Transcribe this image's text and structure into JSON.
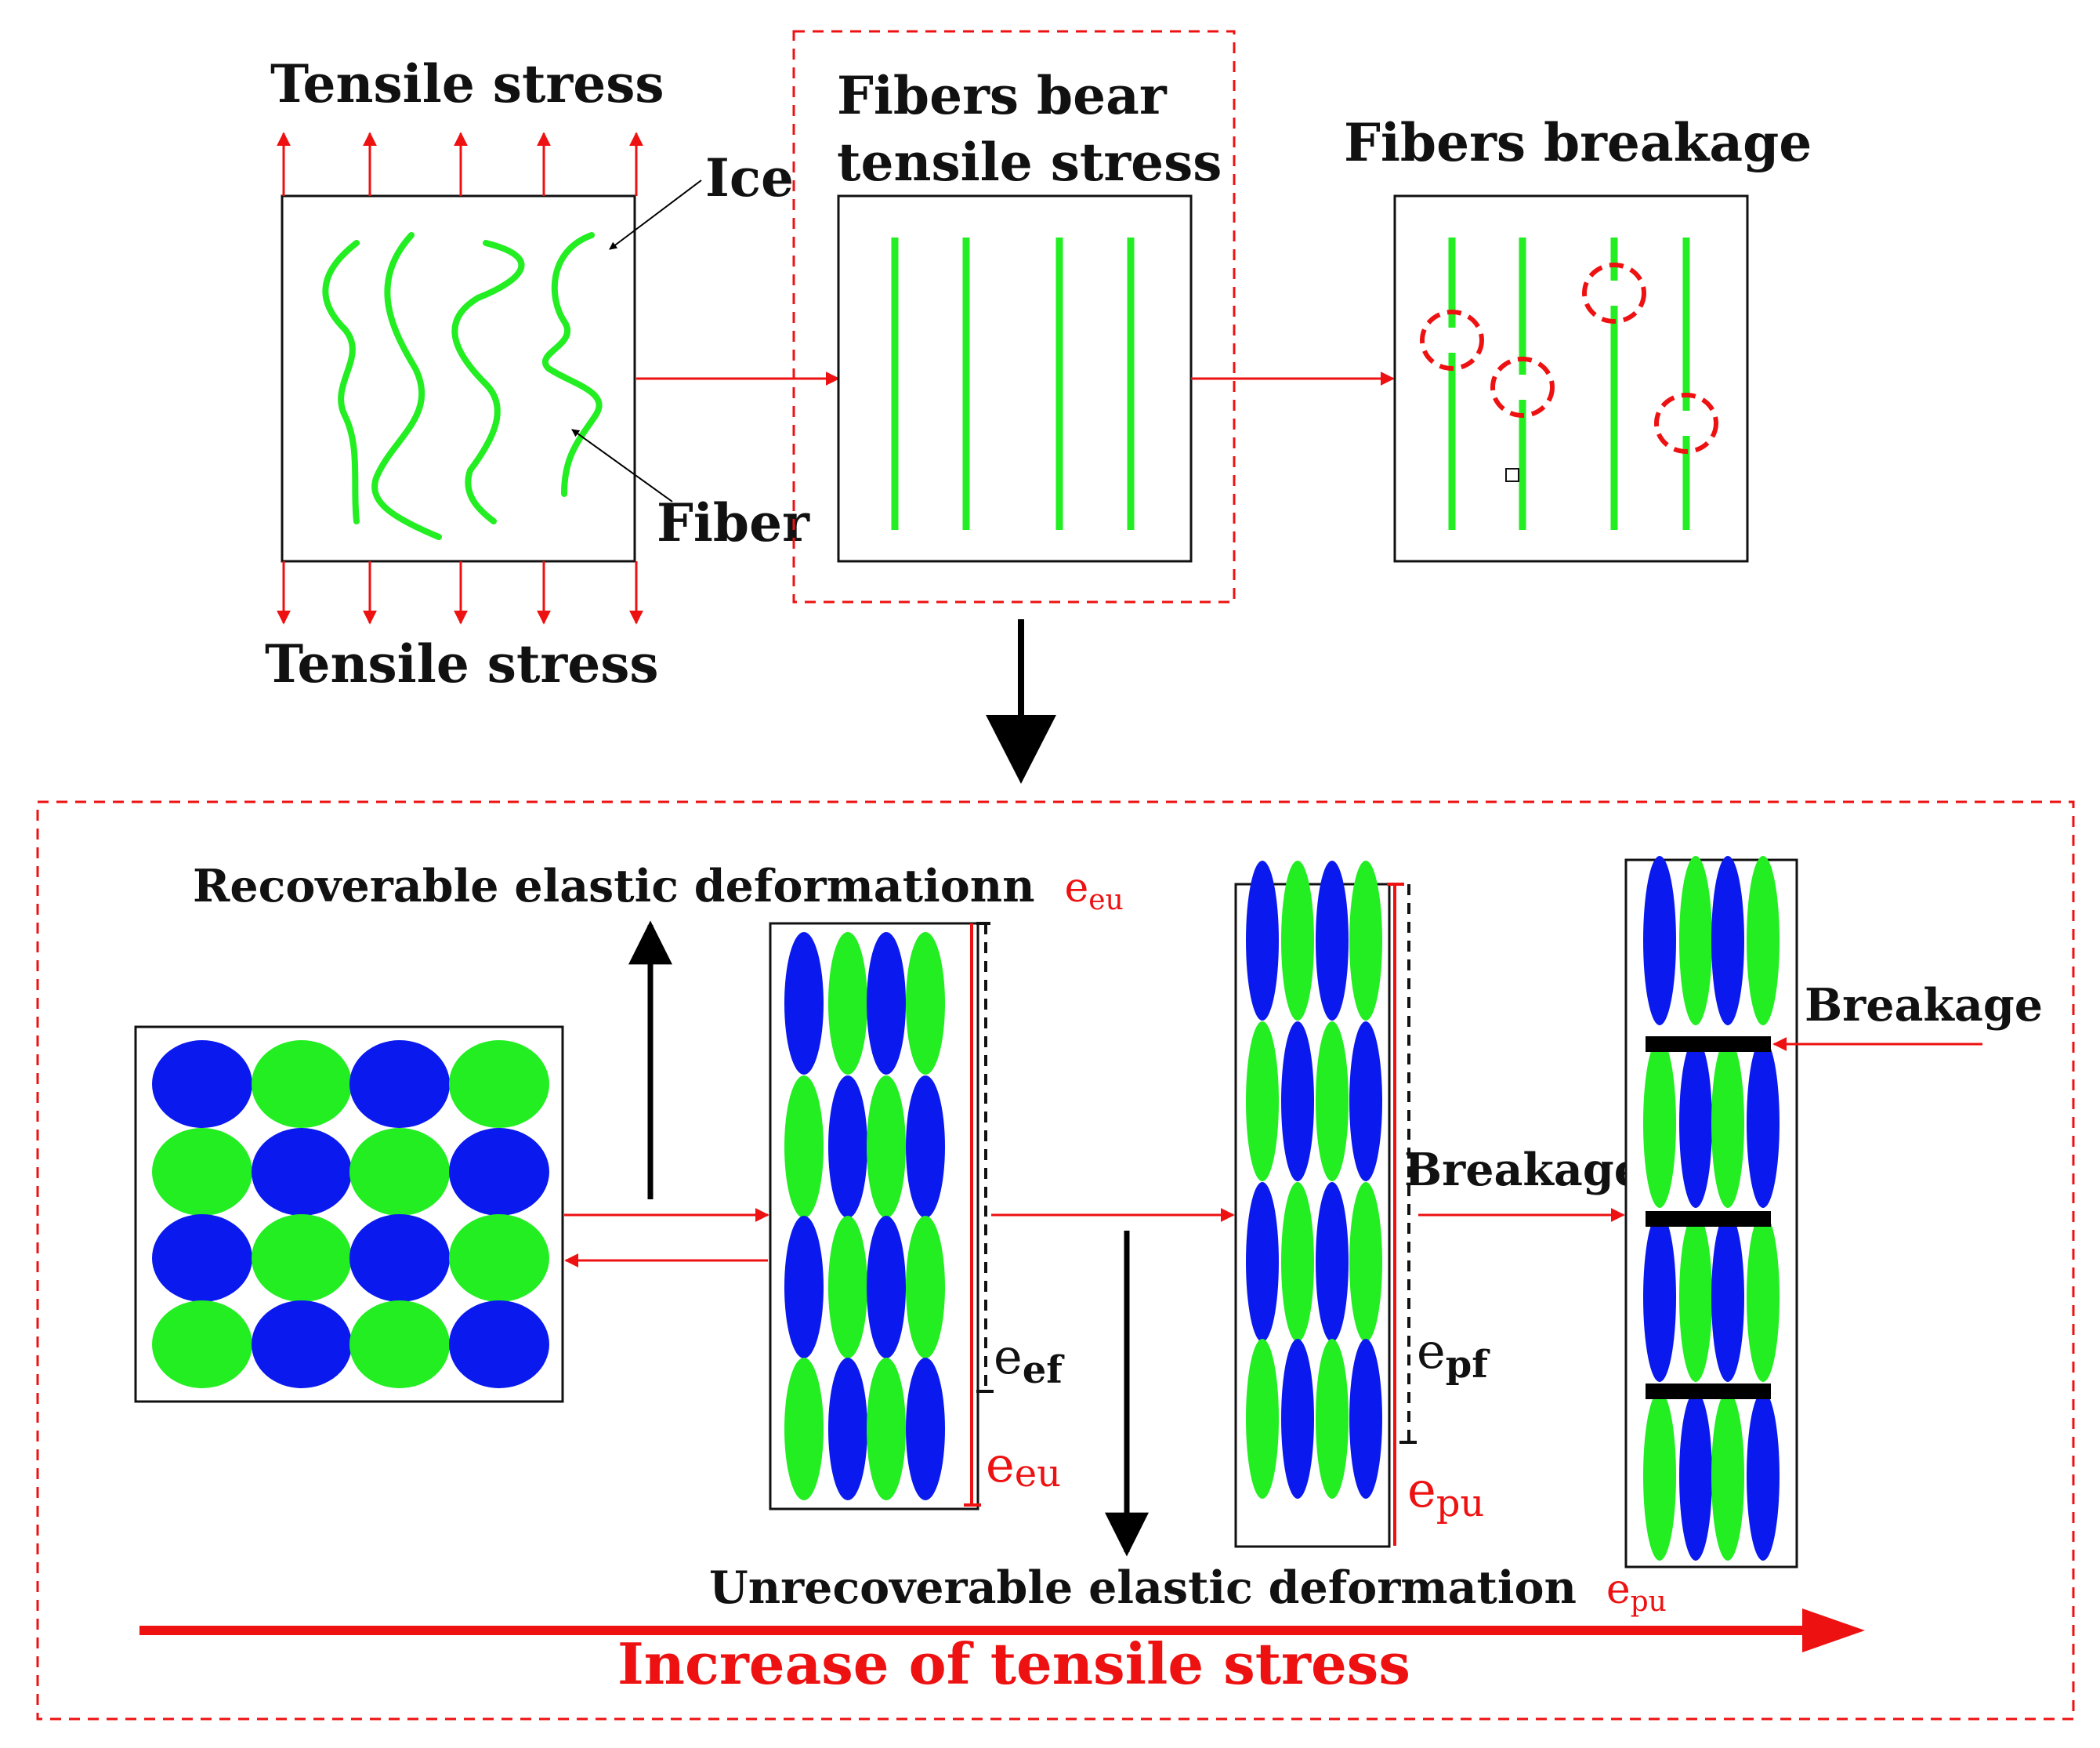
{
  "top": {
    "tensile_top": "Tensile stress",
    "tensile_bottom": "Tensile stress",
    "ice": "Ice",
    "fiber": "Fiber",
    "fibers_bear_line1": "Fibers bear",
    "fibers_bear_line2": "tensile stress",
    "fibers_breakage": "Fibers breakage"
  },
  "bottom": {
    "recoverable": "Recoverable elastic deformationn",
    "recoverable_sym": "e",
    "recoverable_sub": "eu",
    "unrecoverable": "Unrecoverable elastic deformation",
    "unrecoverable_sym": "e",
    "unrecoverable_sub": "pu",
    "increase": "Increase of tensile stress",
    "breakage_mid": "Breakage",
    "breakage_right": "Breakage",
    "e_ef_sym": "e",
    "e_ef_sub": "ef",
    "e_eu_sym": "e",
    "e_eu_sub": "eu",
    "e_pf_sym": "e",
    "e_pf_sub": "pf",
    "e_pu_sym": "e",
    "e_pu_sub": "pu"
  },
  "colors": {
    "fiber_green": "#22ee22",
    "grain_blue": "#0a1aee",
    "grain_green": "#22ee22",
    "arrow_red": "#ee1111",
    "dash_red": "#ee1111",
    "black": "#000000"
  }
}
